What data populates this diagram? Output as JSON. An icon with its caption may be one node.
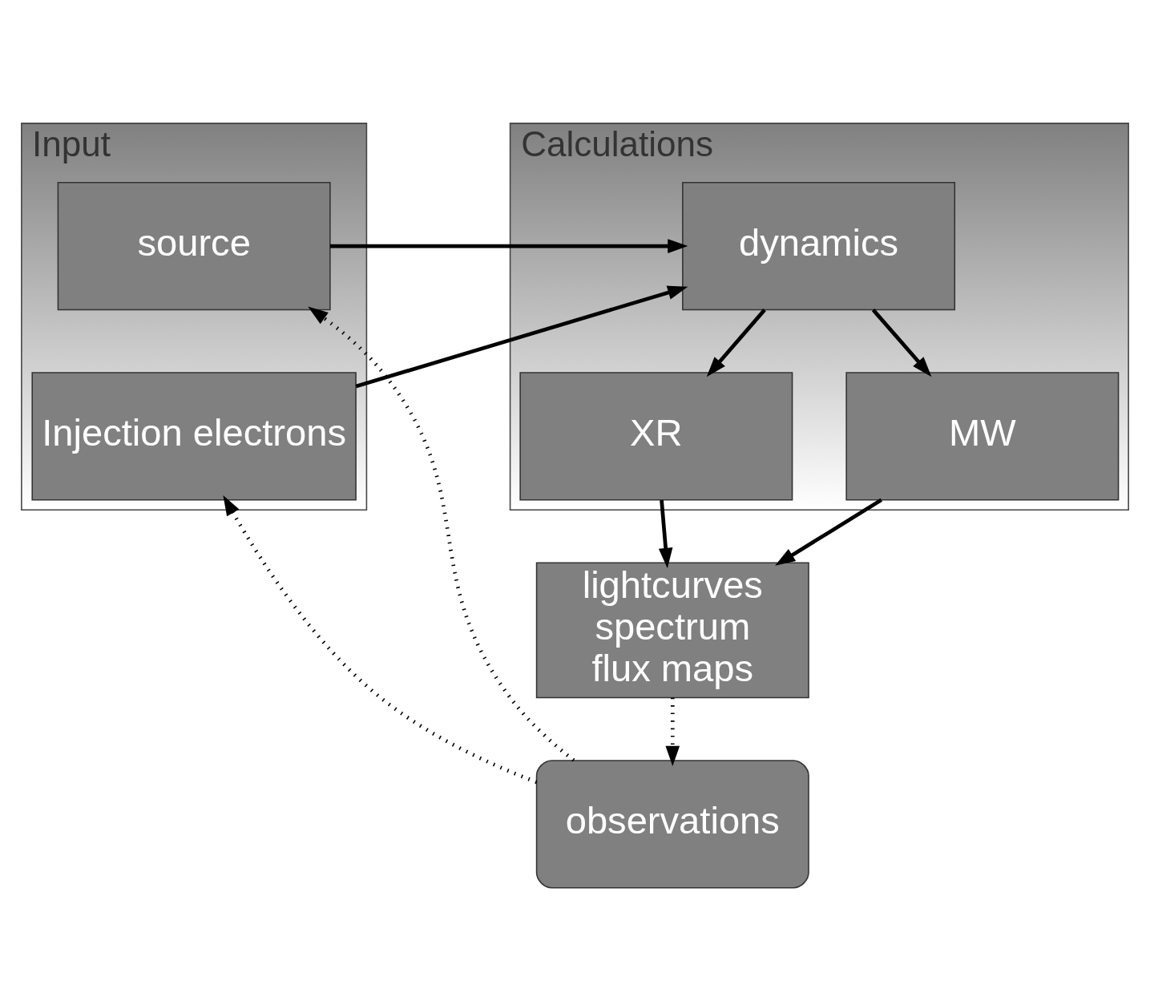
{
  "diagram": {
    "nodes": [
      {
        "text": [
          "Input"
        ]
      },
      {
        "text": [
          "source"
        ],
        "in": 0
      },
      {
        "text": [
          "Injection electrons"
        ],
        "in": 0
      },
      {
        "text": [
          "Calculations"
        ]
      },
      {
        "text": [
          "dynamics"
        ],
        "in": 3
      },
      {
        "text": [
          "XR"
        ],
        "in": 3
      },
      {
        "text": [
          "MW"
        ],
        "in": 3
      },
      {
        "text": [
          "lightcurves",
          "spectrum",
          "flux maps"
        ]
      },
      {
        "text": [
          "observations"
        ]
      }
    ],
    "edges": [
      {
        "from": 1,
        "to": 4,
        "arrow": "to"
      },
      {
        "from": 2,
        "to": 4,
        "arrow": "to"
      },
      {
        "from": 4,
        "to": 5,
        "arrow": "to"
      },
      {
        "from": 4,
        "to": 6,
        "arrow": "to"
      },
      {
        "from": 5,
        "to": 7,
        "arrow": "to"
      },
      {
        "from": 6,
        "to": 7,
        "arrow": "to"
      },
      {
        "from": 7,
        "to": 8,
        "arrow": "to",
        "style": "dashed"
      },
      {
        "from": 8,
        "to": 1,
        "arrow": "to",
        "style": "dashed"
      },
      {
        "from": 8,
        "to": 2,
        "arrow": "to",
        "style": "dashed"
      }
    ]
  }
}
